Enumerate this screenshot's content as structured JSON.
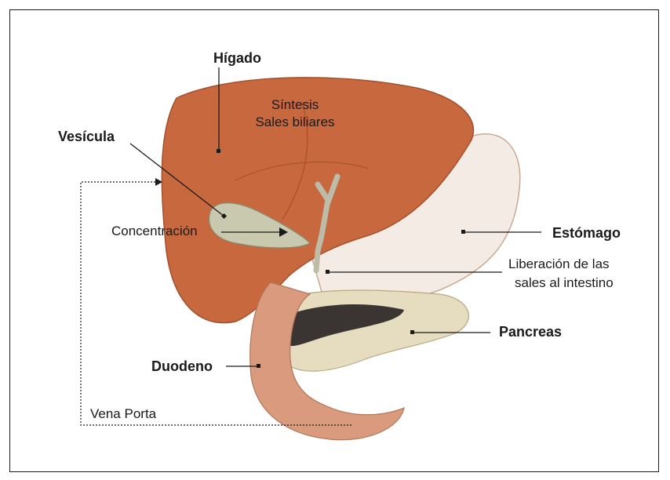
{
  "labels": {
    "liver": "Hígado",
    "synthesis_line1": "Síntesis",
    "synthesis_line2": "Sales biliares",
    "gallbladder": "Vesícula",
    "concentration": "Concentración",
    "stomach": "Estómago",
    "release_line1": "Liberación de las",
    "release_line2": "sales al intestino",
    "pancreas": "Pancreas",
    "duodenum": "Duodeno",
    "portal_vein": "Vena Porta"
  },
  "colors": {
    "liver": "#c8683f",
    "liver_dark": "#a4502c",
    "gallbladder": "#c9c9b0",
    "stomach": "#f4ece4",
    "pancreas": "#e6dcc0",
    "pancreas_dark": "#3a3532",
    "duodenum": "#d99a7e",
    "line": "#1a1a1a"
  }
}
